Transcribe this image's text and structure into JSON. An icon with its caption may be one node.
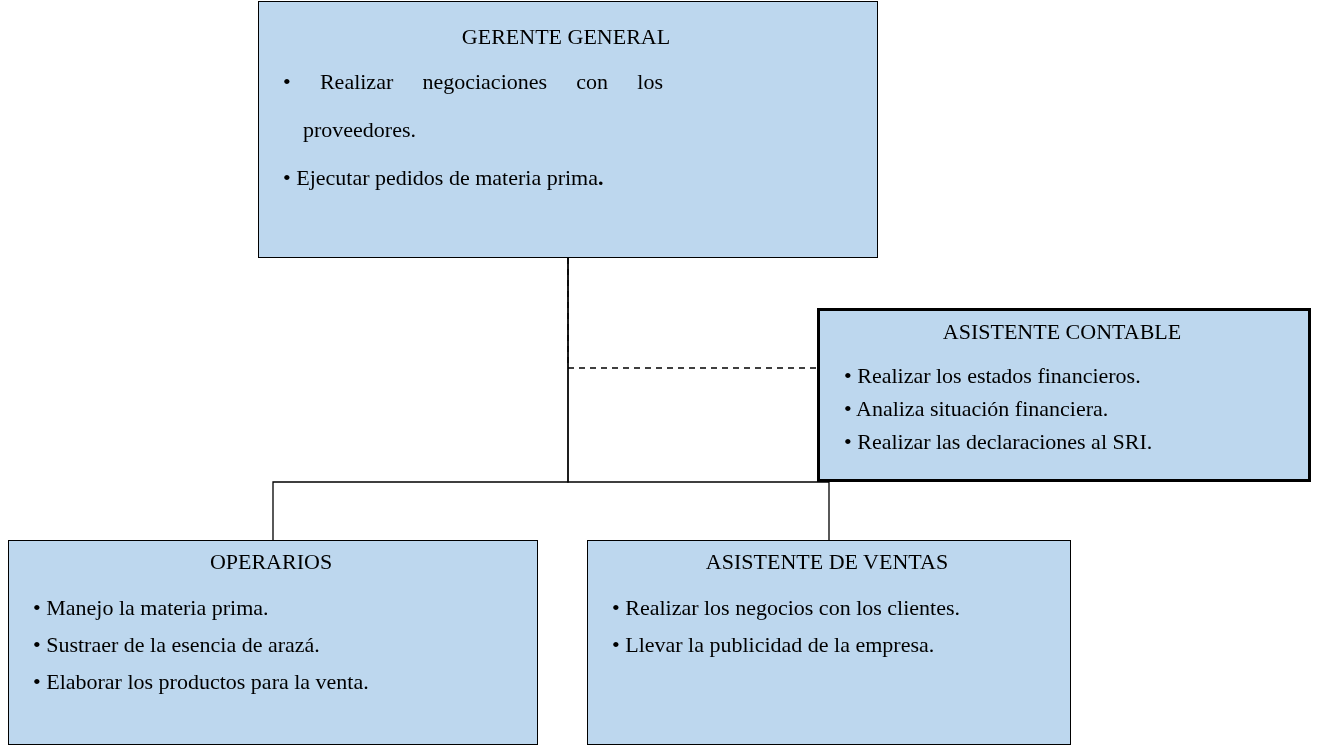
{
  "diagram": {
    "nodes": [
      {
        "text": [
          "GERENTE GENERAL",
          "• Realizar negociaciones con los proveedores.",
          "• Ejecutar pedidos de materia prima**.**"
        ]
      },
      {
        "text": [
          "ASISTENTE CONTABLE",
          "• Realizar los estados financieros.",
          "• Analiza situación financiera.",
          "• Realizar las declaraciones al SRI."
        ]
      },
      {
        "text": [
          "OPERARIOS",
          "• Manejo la materia prima.",
          "• Sustraer de la esencia de arazá.",
          "• Elaborar los productos para la venta."
        ]
      },
      {
        "text": [
          "ASISTENTE DE VENTAS",
          "• Realizar los negocios con los clientes.",
          "• Llevar la publicidad de la empresa."
        ]
      }
    ],
    "edges": [
      {
        "from": 0,
        "to": 2,
        "arrow": "none"
      },
      {
        "from": 0,
        "to": 3,
        "arrow": "none"
      },
      {
        "from": 0,
        "to": 1,
        "arrow": "none",
        "style": "dashed"
      }
    ]
  }
}
